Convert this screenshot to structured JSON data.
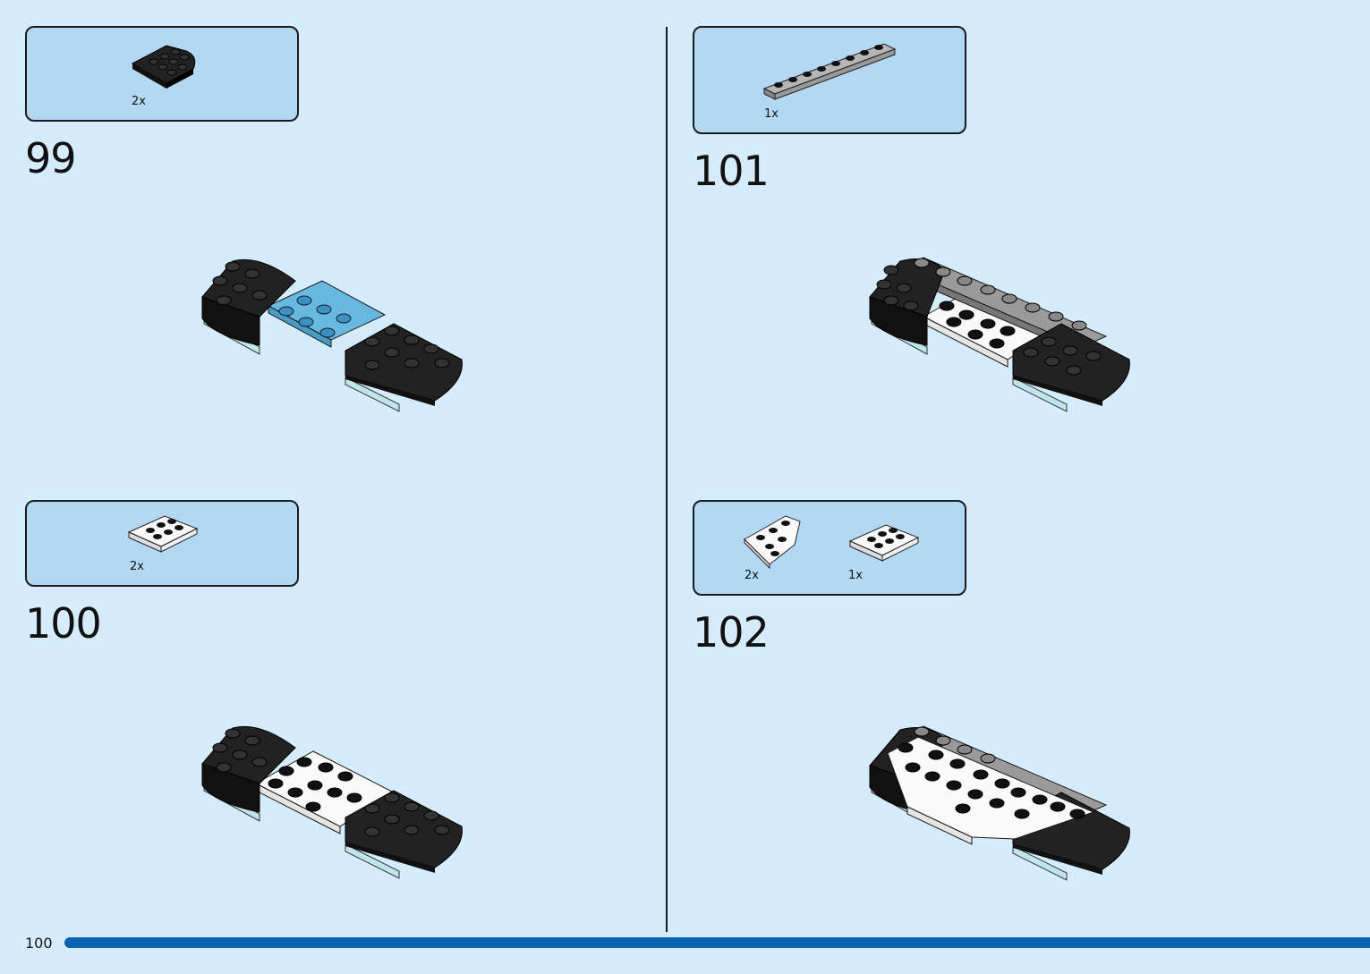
{
  "page": {
    "number": "100",
    "progress_color": "#0a62b3"
  },
  "steps": [
    {
      "number": "99",
      "parts": [
        {
          "qty": "2x",
          "piece": "black-rounded-plate"
        }
      ]
    },
    {
      "number": "100",
      "parts": [
        {
          "qty": "2x",
          "piece": "white-2x3-plate"
        }
      ]
    },
    {
      "number": "101",
      "parts": [
        {
          "qty": "1x",
          "piece": "grey-1x8-plate"
        }
      ]
    },
    {
      "number": "102",
      "parts": [
        {
          "qty": "2x",
          "piece": "white-wedge-plate"
        },
        {
          "qty": "1x",
          "piece": "white-2x3-plate"
        }
      ]
    }
  ],
  "colors": {
    "background": "#d4ecfb",
    "parts_box": "#b2d8f3",
    "black_brick": "#222222",
    "white_brick": "#f8f8f8",
    "grey_brick": "#9a9a9a",
    "blue_brick": "#68b8e0",
    "trans_clear": "#cdeef0"
  }
}
